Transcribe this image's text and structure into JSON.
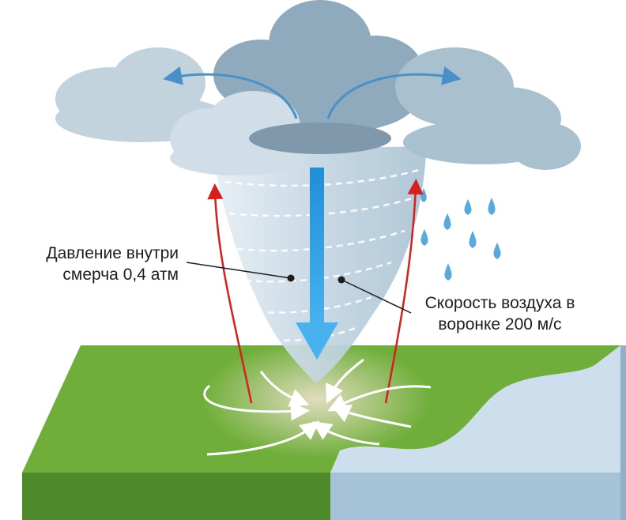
{
  "labels": {
    "pressure": {
      "line1": "Давление внутри",
      "line2": "смерча 0,4 атм"
    },
    "speed": {
      "line1": "Скорость воздуха в",
      "line2": "воронке 200 м/с"
    }
  },
  "colors": {
    "ground_top": "#6fae3a",
    "ground_side": "#4f8a2a",
    "water_top": "#c9dbe8",
    "water_side": "#9fbdd2",
    "cloud_light": "#c3d3de",
    "cloud_dark": "#8fa9bd",
    "funnel": "#d3e2ec",
    "downdraft_arrow": "#1f8fd6",
    "updraft_arrows": "#d61f1f",
    "outflow_arrows": "#4a90c8",
    "rain": "#5aa9dc",
    "dust": "#e2d8bd"
  },
  "icons": [
    "downdraft-arrow-icon",
    "updraft-arrow-icon",
    "outflow-arrow-icon",
    "inflow-arrow-icon",
    "raindrop-icon",
    "cloud-icon"
  ]
}
